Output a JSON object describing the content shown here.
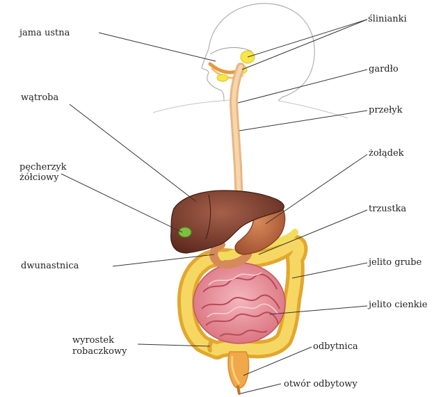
{
  "labels": {
    "jama_ustna": "jama ustna",
    "slinianki": "ślinianki",
    "gardlo": "gardło",
    "watroba": "wątroba",
    "przelyk": "przełyk",
    "pecherzyk_line1": "pęcherzyk",
    "pecherzyk_line2": "żółciowy",
    "zoladek": "żołądek",
    "trzustka": "trzustka",
    "dwunastnica": "dwunastnica",
    "jelito_grube": "jelito grube",
    "jelito_cienkie": "jelito cienkie",
    "wyrostek_line1": "wyrostek",
    "wyrostek_line2": "robaczkowy",
    "odbytnica": "odbytnica",
    "otwor_odbytowy": "otwór odbytowy"
  },
  "colors": {
    "liver": "#7a3a2a",
    "stomach": "#b8643c",
    "small_intestine": "#e8a0a8",
    "large_intestine": "#f2c84b",
    "esophagus": "#f0c898",
    "gallbladder": "#7fbf3f",
    "outline": "#b8b8b8",
    "leader": "#333333"
  }
}
